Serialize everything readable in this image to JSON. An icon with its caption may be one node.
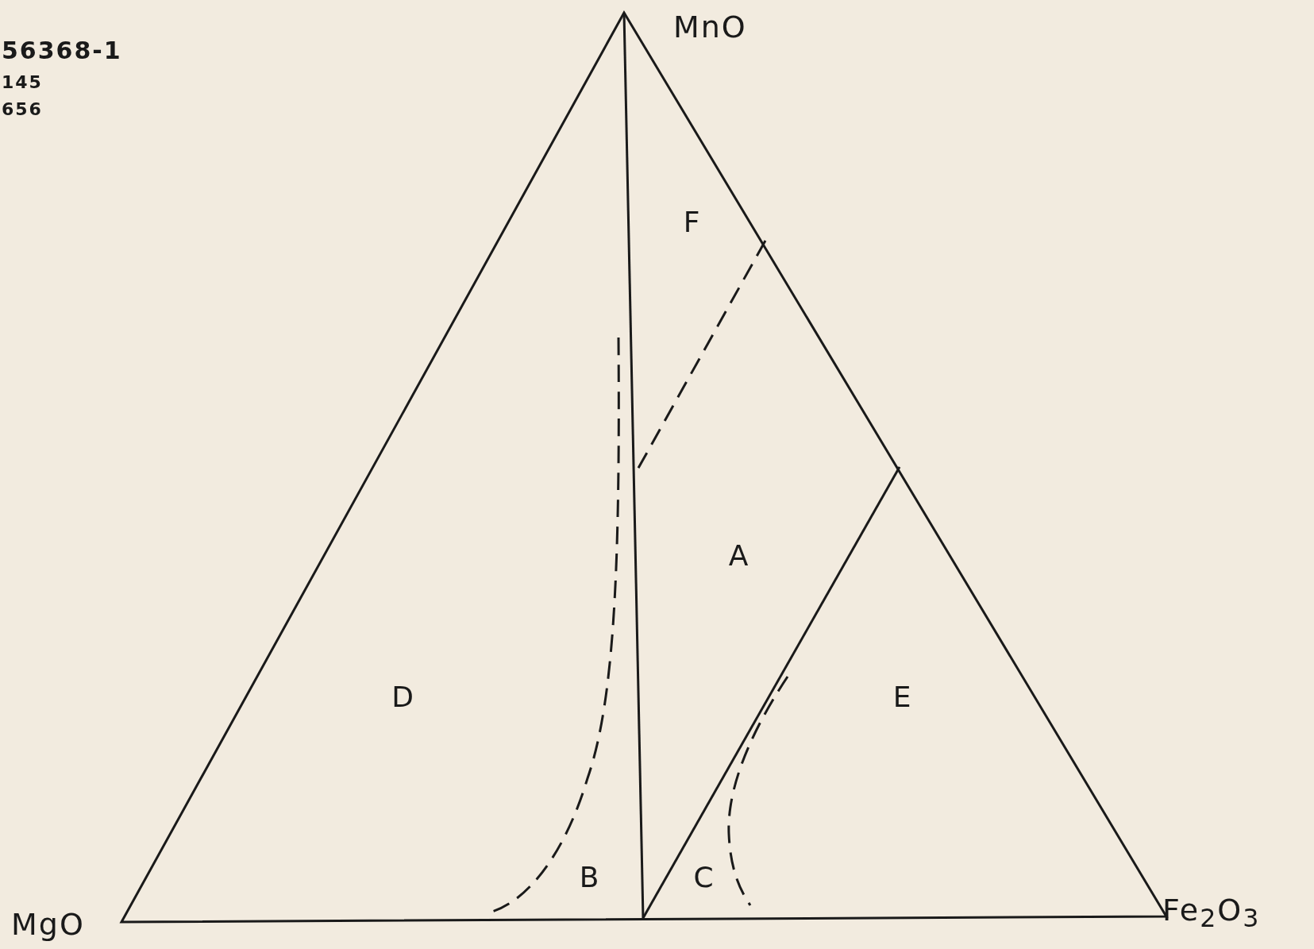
{
  "diagram": {
    "labels": [
      "56368-1",
      "145",
      "656",
      "MnO",
      "F",
      "A",
      "D",
      "E",
      "B",
      "C",
      "MgO",
      "Fe$_{2}$O$_{3}$"
    ]
  }
}
